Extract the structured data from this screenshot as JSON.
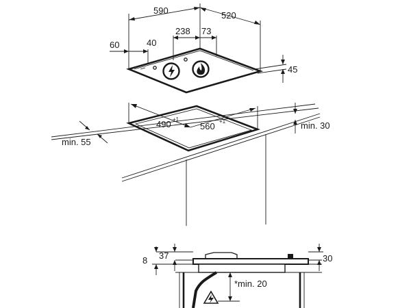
{
  "hob_top": {
    "width": "590",
    "depth": "520",
    "burner_gap": "238",
    "burner_offset": "73",
    "front_left": "60",
    "front_offset": "40",
    "height": "45"
  },
  "cutout": {
    "width": "560",
    "width_tol": "+1",
    "depth": "490",
    "depth_tol": "+1",
    "rear_min": "min. 30",
    "side_min": "min. 55"
  },
  "side_view": {
    "left_total": "8",
    "left_top": "37",
    "right_height": "30",
    "clearance": "*min. 20"
  },
  "icons": [
    "electric-bolt-icon",
    "gas-flame-icon",
    "electric-warning-icon"
  ]
}
